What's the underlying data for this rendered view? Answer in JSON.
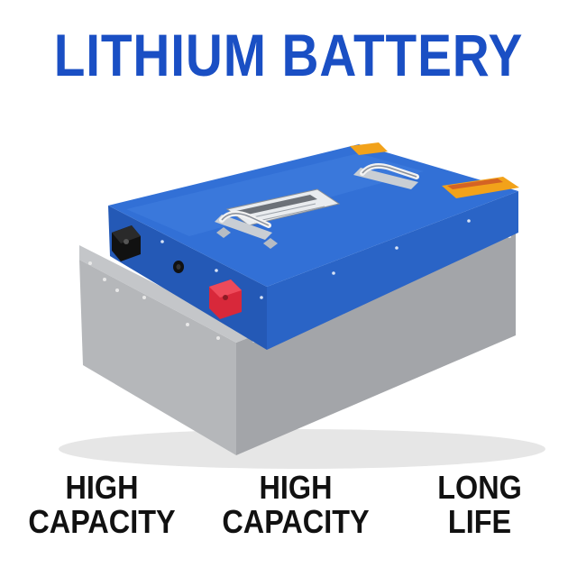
{
  "title": "LITHIUM BATTERY",
  "colors": {
    "title": "#1a4fc4",
    "lid_top": "#2f6fd2",
    "lid_side": "#2458b3",
    "case_front": "#b4b6b9",
    "case_side": "#9c9ea2",
    "terminal_negative": "#111111",
    "terminal_positive": "#d8283a",
    "warning_label": "#f2a21a"
  },
  "battery": {
    "icons": [
      "handle-icon",
      "handle-icon",
      "negative-terminal-icon",
      "positive-terminal-icon",
      "switch-icon",
      "spec-label-icon",
      "warning-label-icon"
    ]
  },
  "features": [
    {
      "line1": "HIGH",
      "line2": "CAPACITY"
    },
    {
      "line1": "HIGH",
      "line2": "CAPACITY"
    },
    {
      "line1": "LONG",
      "line2": "LIFE"
    }
  ]
}
